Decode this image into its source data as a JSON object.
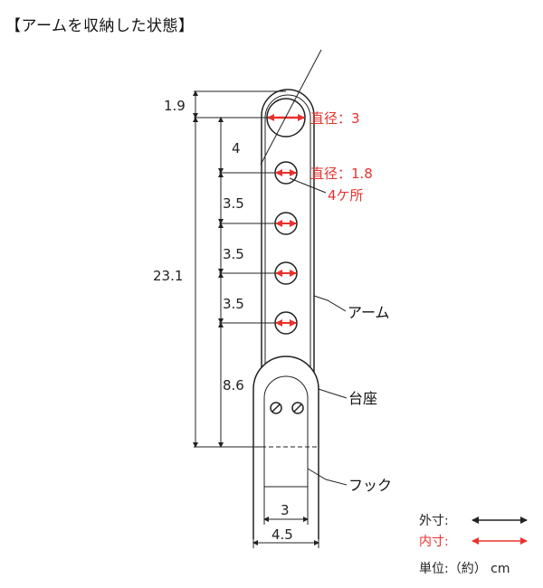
{
  "title": "【アームを収納した状態】",
  "dimensions": {
    "top_gap": "1.9",
    "first_gap": "4",
    "spacing_1": "3.5",
    "spacing_2": "3.5",
    "spacing_3": "3.5",
    "bottom_gap": "8.6",
    "total_height": "23.1",
    "inner_width": "3",
    "outer_width": "4.5"
  },
  "annotations": {
    "large_hole": "直径：3",
    "small_hole": "直径：1.8",
    "small_hole_count": "4ケ所"
  },
  "parts": {
    "arm": "アーム",
    "base": "台座",
    "hook": "フック"
  },
  "legend": {
    "outer": "外寸:",
    "inner": "内寸:",
    "unit": "単位:（約） cm"
  },
  "colors": {
    "inner_arrow": "#e8322e",
    "outer_arrow": "#222222"
  }
}
